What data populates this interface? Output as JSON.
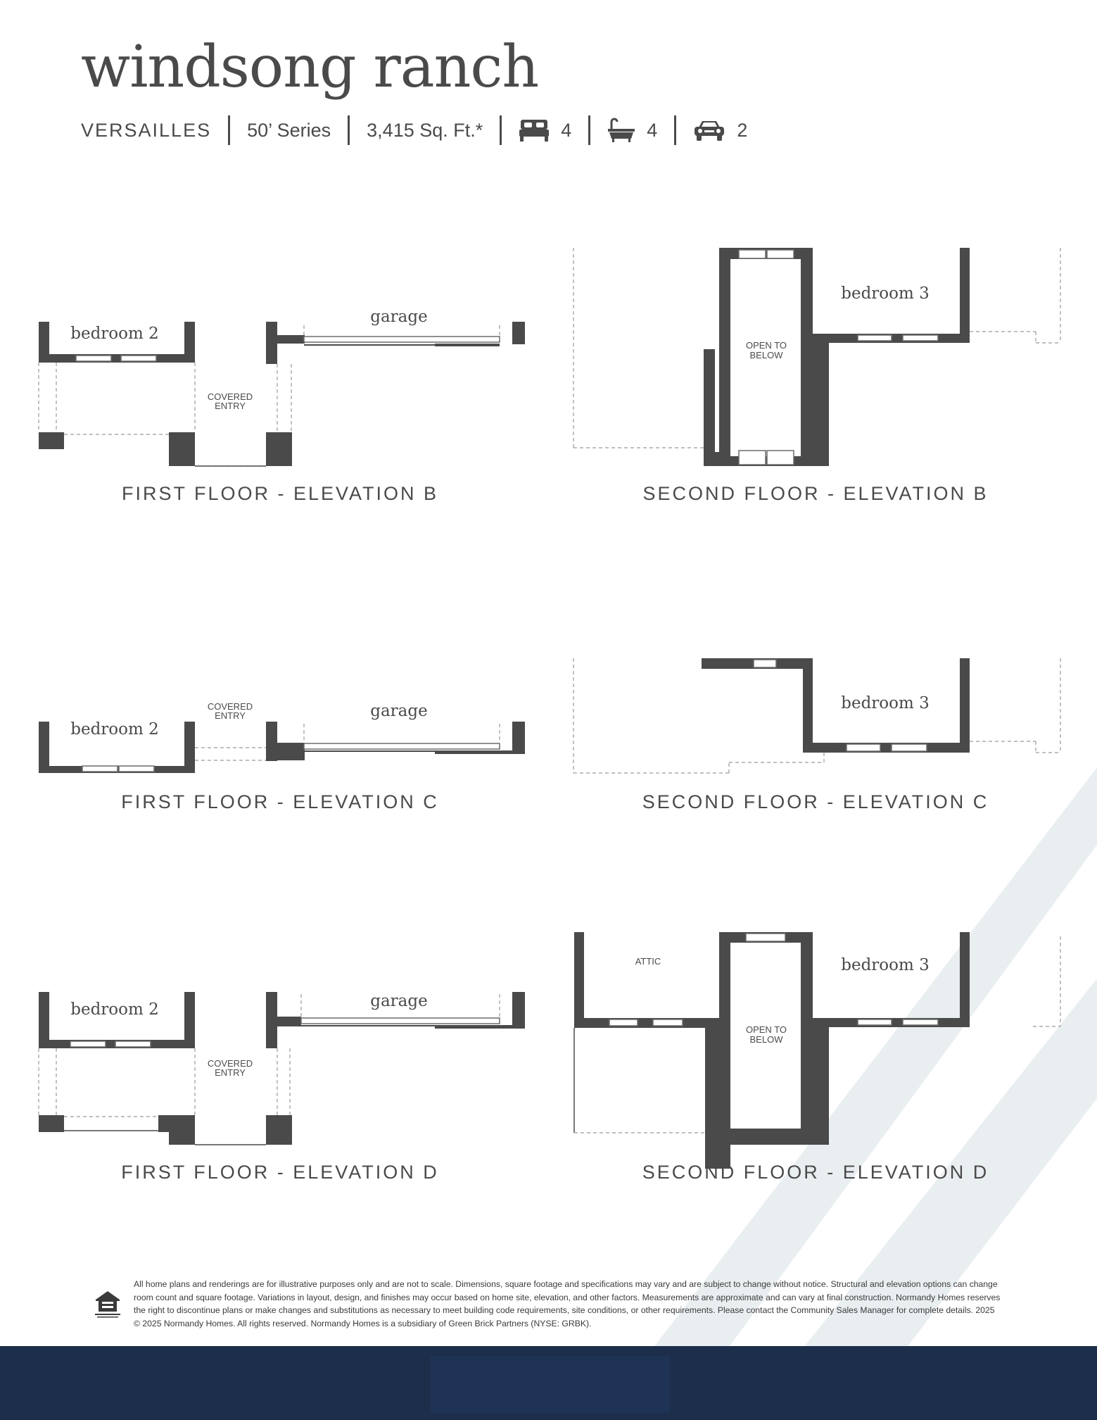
{
  "header": {
    "title": "windsong ranch",
    "model": "VERSAILLES",
    "series": "50’ Series",
    "sqft": "3,415 Sq. Ft.*",
    "bedrooms": "4",
    "bathrooms": "4",
    "garage_cars": "2",
    "icons": [
      "bed-icon",
      "bathtub-icon",
      "car-icon"
    ]
  },
  "plans": {
    "first_b": {
      "label": "FIRST FLOOR - ELEVATION B",
      "rooms": {
        "bedroom": "bedroom 2",
        "garage": "garage",
        "entry_1": "COVERED",
        "entry_2": "ENTRY"
      }
    },
    "second_b": {
      "label": "SECOND FLOOR - ELEVATION B",
      "rooms": {
        "bedroom": "bedroom 3",
        "open_1": "OPEN TO",
        "open_2": "BELOW"
      }
    },
    "first_c": {
      "label": "FIRST FLOOR - ELEVATION C",
      "rooms": {
        "bedroom": "bedroom 2",
        "garage": "garage",
        "entry_1": "COVERED",
        "entry_2": "ENTRY"
      }
    },
    "second_c": {
      "label": "SECOND FLOOR - ELEVATION C",
      "rooms": {
        "bedroom": "bedroom 3"
      }
    },
    "first_d": {
      "label": "FIRST FLOOR - ELEVATION D",
      "rooms": {
        "bedroom": "bedroom 2",
        "garage": "garage",
        "entry_1": "COVERED",
        "entry_2": "ENTRY"
      }
    },
    "second_d": {
      "label": "SECOND FLOOR - ELEVATION D",
      "rooms": {
        "attic": "ATTIC",
        "bedroom": "bedroom 3",
        "open_1": "OPEN TO",
        "open_2": "BELOW"
      }
    }
  },
  "disclaimer": {
    "line1": "All home plans and renderings are for illustrative purposes only and are not to scale. Dimensions, square footage and specifications may vary and are subject to change without notice. Structural and elevation options can change",
    "line2": "room count and square footage. Variations in layout, design, and finishes may occur based on home site, elevation, and other factors. Measurements are approximate and can vary at final construction. Normandy Homes reserves",
    "line3": "the right to discontinue plans or make changes and substitutions as necessary to meet building code requirements, site conditions, or other requirements. Please contact the Community Sales Manager for complete details. 2025",
    "line4": "© 2025 Normandy Homes. All rights reserved. Normandy Homes is a subsidiary of Green Brick Partners (NYSE: GRBK)."
  },
  "eho_logo": "equal-housing-opportunity-logo",
  "colors": {
    "wall": "#4a4a4a",
    "text": "#4a4a4a",
    "footer": "#1c2e4a",
    "stripe": "#e9eef1"
  }
}
